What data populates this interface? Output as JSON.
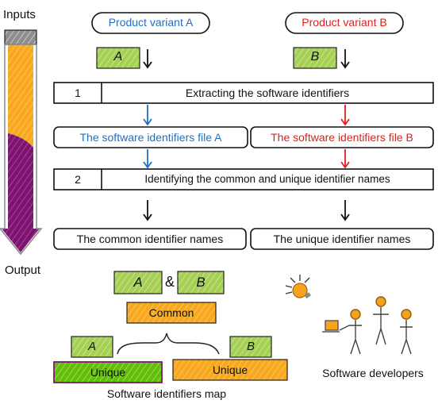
{
  "side": {
    "inputs_label": "Inputs",
    "output_label": "Output"
  },
  "variants": {
    "a_label": "Product variant A",
    "b_label": "Product variant B",
    "a_tag": "A",
    "b_tag": "B"
  },
  "steps": [
    {
      "number": "1",
      "label": "Extracting the software identifiers"
    },
    {
      "number": "2",
      "label": "Identifying the common and unique identifier names"
    }
  ],
  "files": {
    "a_label": "The software identifiers file A",
    "b_label": "The software identifiers file B"
  },
  "outputs": {
    "common_label": "The common identifier names",
    "unique_label": "The unique identifier names"
  },
  "map": {
    "tag_a": "A",
    "amp": "&",
    "tag_b": "B",
    "common_label": "Common",
    "unique_a_label": "Unique",
    "unique_b_label": "Unique",
    "caption": "Software identifiers map"
  },
  "developers": {
    "caption": "Software developers"
  },
  "colors": {
    "blue": "#1f6fc5",
    "red": "#e0201c",
    "orange": "#f7a21b",
    "purple": "#7b1570",
    "gray": "#9a9a9a",
    "tag_green": "#aad15a",
    "lime": "#6cc20f",
    "dark": "#111111"
  }
}
